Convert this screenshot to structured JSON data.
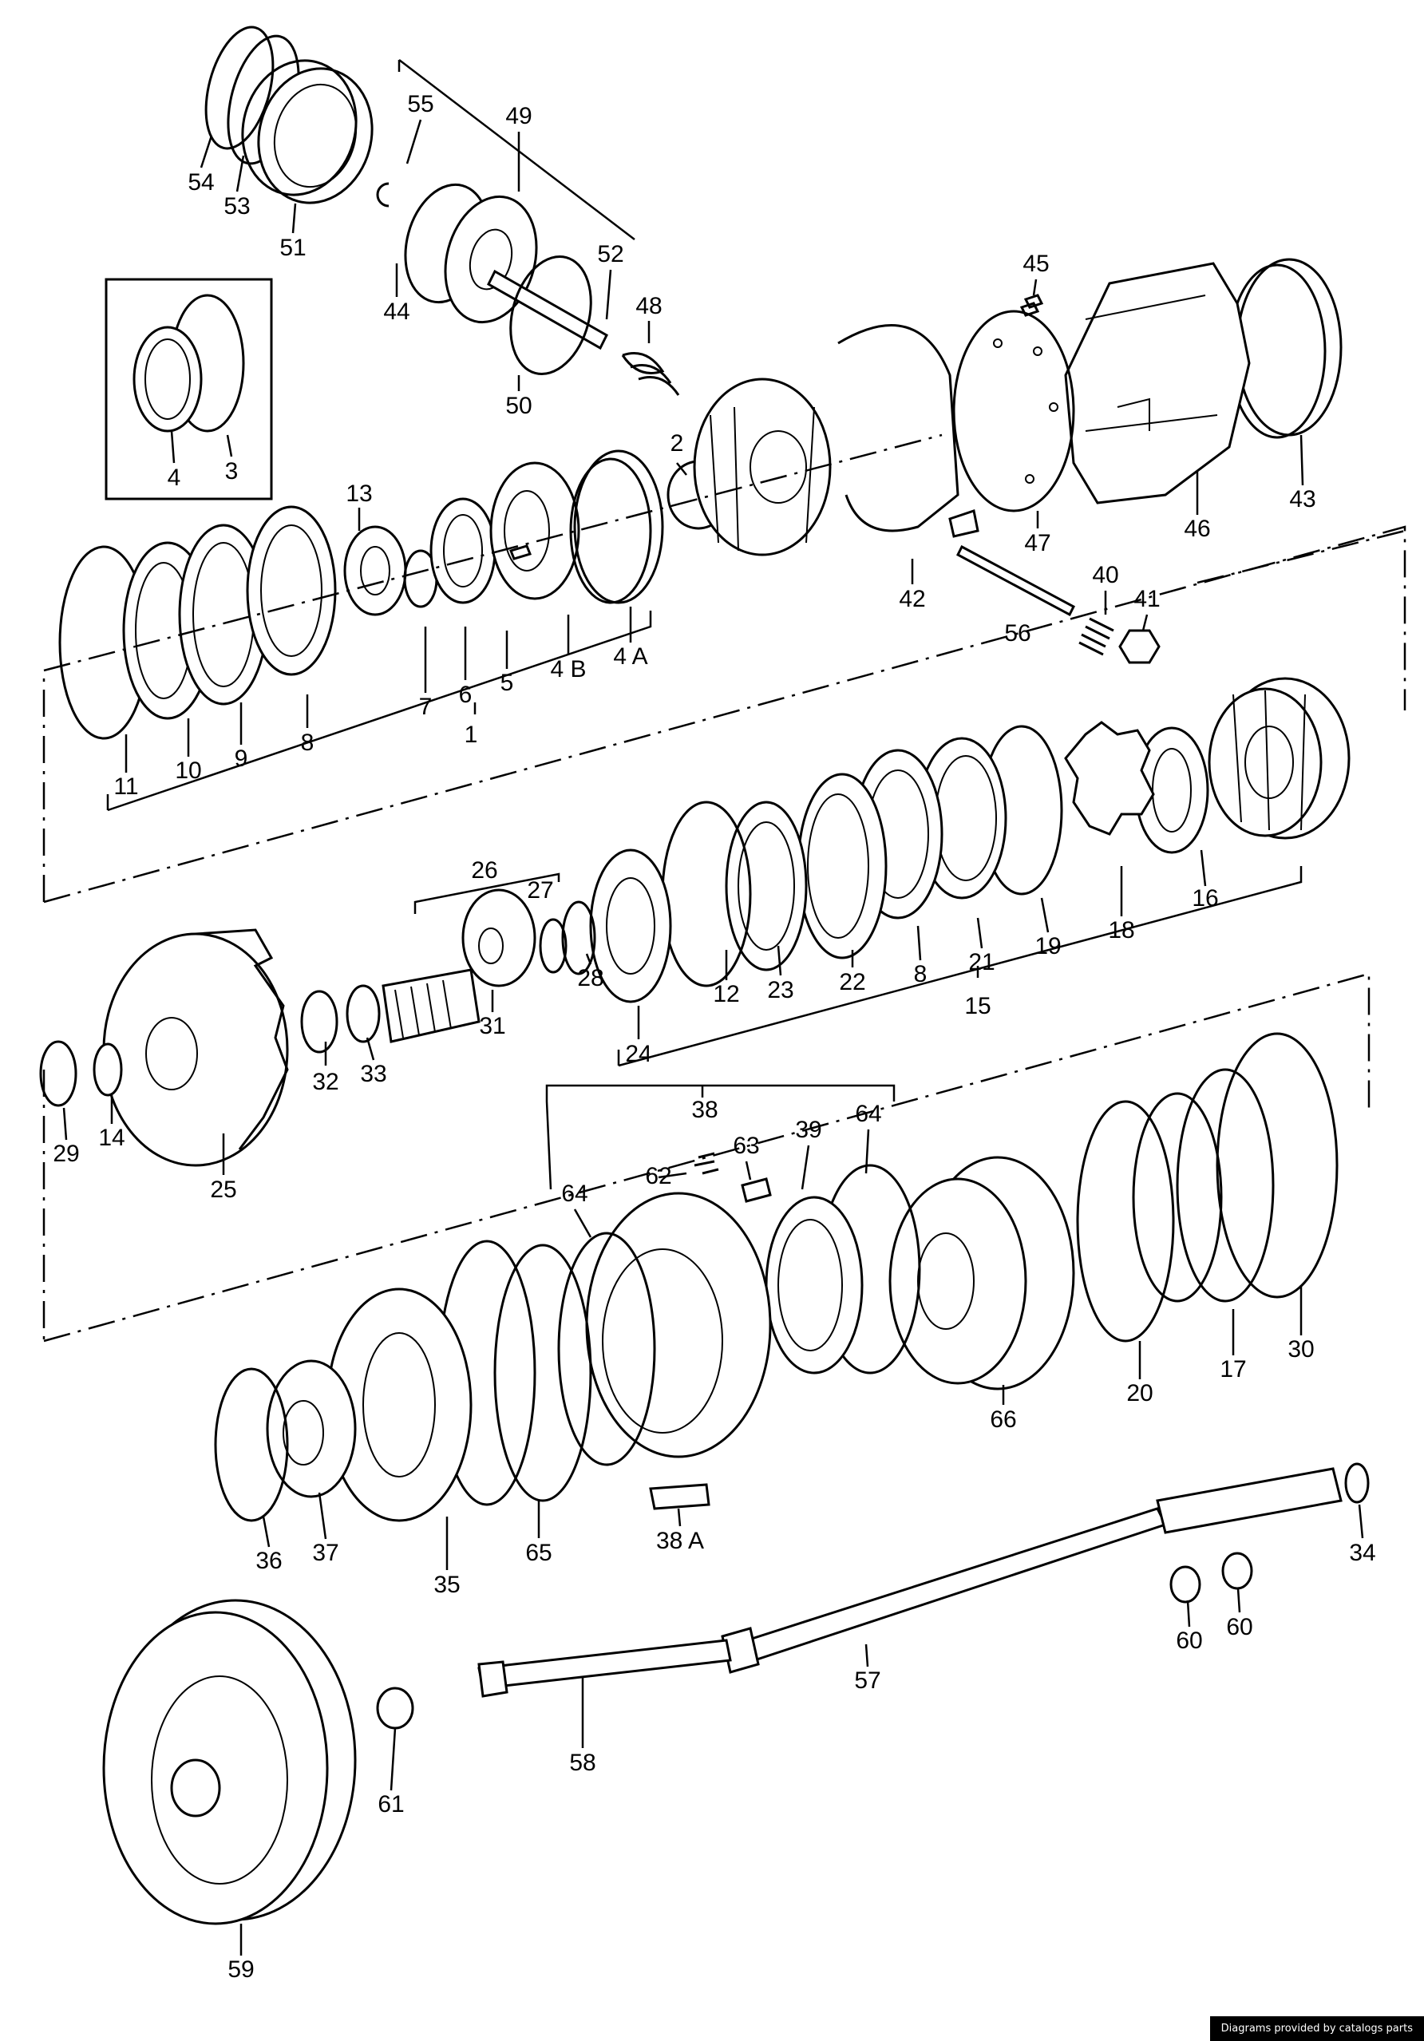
{
  "diagram": {
    "labels": [
      "1",
      "2",
      "3",
      "4",
      "4 A",
      "4 B",
      "5",
      "6",
      "7",
      "8",
      "9",
      "10",
      "11",
      "12",
      "13",
      "14",
      "15",
      "16",
      "17",
      "18",
      "19",
      "20",
      "21",
      "22",
      "23",
      "24",
      "25",
      "26",
      "27",
      "28",
      "29",
      "30",
      "31",
      "32",
      "33",
      "34",
      "35",
      "36",
      "37",
      "38",
      "38 A",
      "39",
      "40",
      "41",
      "42",
      "43",
      "44",
      "45",
      "46",
      "47",
      "48",
      "49",
      "50",
      "51",
      "52",
      "53",
      "54",
      "55",
      "56",
      "57",
      "58",
      "59",
      "60",
      "61",
      "62",
      "63",
      "64",
      "65",
      "66"
    ]
  },
  "footer": {
    "credit": "Diagrams provided by catalogs parts"
  }
}
